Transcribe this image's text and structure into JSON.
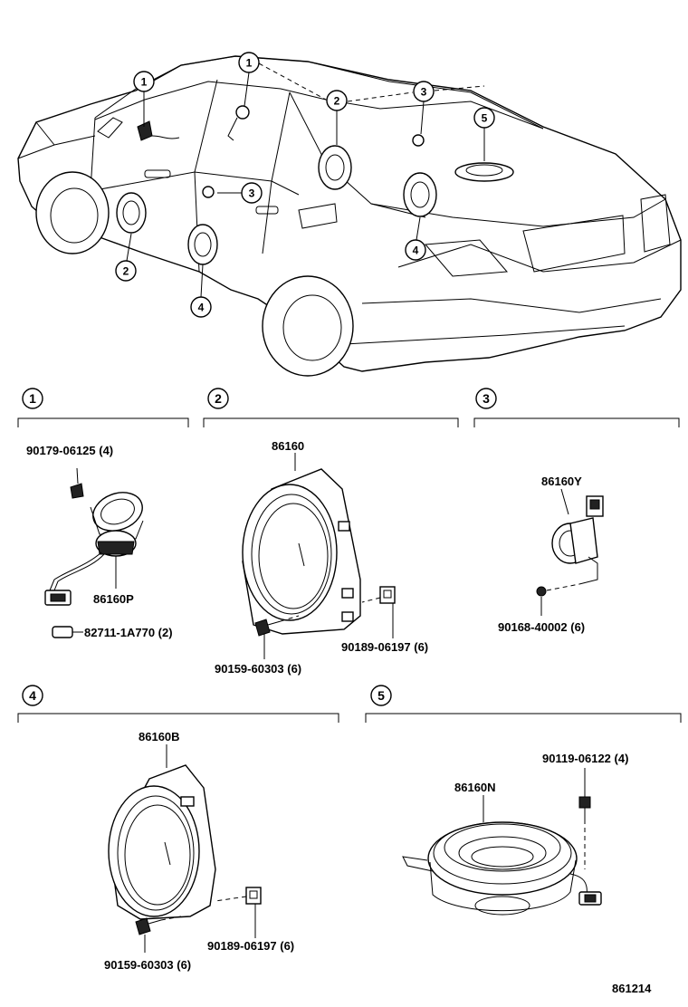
{
  "callouts": [
    "1",
    "2",
    "3",
    "4",
    "5"
  ],
  "sections": [
    {
      "number": "1",
      "parts": [
        "90179-06125 (4)",
        "86160P",
        "82711-1A770 (2)"
      ]
    },
    {
      "number": "2",
      "parts": [
        "86160",
        "90189-06197 (6)",
        "90159-60303 (6)"
      ]
    },
    {
      "number": "3",
      "parts": [
        "86160Y",
        "90168-40002 (6)"
      ]
    },
    {
      "number": "4",
      "parts": [
        "86160B",
        "90189-06197 (6)",
        "90159-60303 (6)"
      ]
    },
    {
      "number": "5",
      "parts": [
        "90119-06122 (4)",
        "86160N"
      ]
    }
  ],
  "diagram_code": "861214"
}
